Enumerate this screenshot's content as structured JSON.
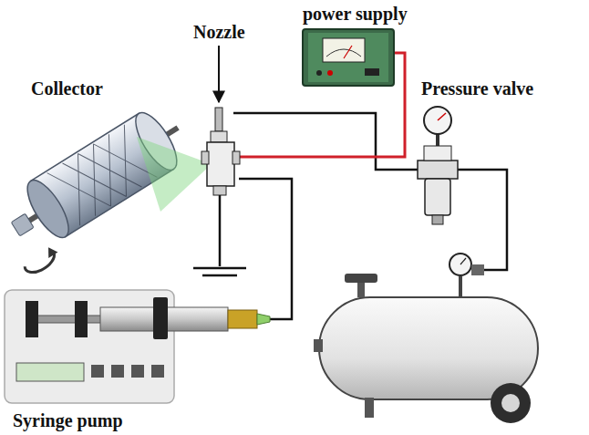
{
  "diagram": {
    "labels": [
      "Nozzle",
      "power supply",
      "Collector",
      "Pressure valve",
      "Syringe pump"
    ]
  }
}
